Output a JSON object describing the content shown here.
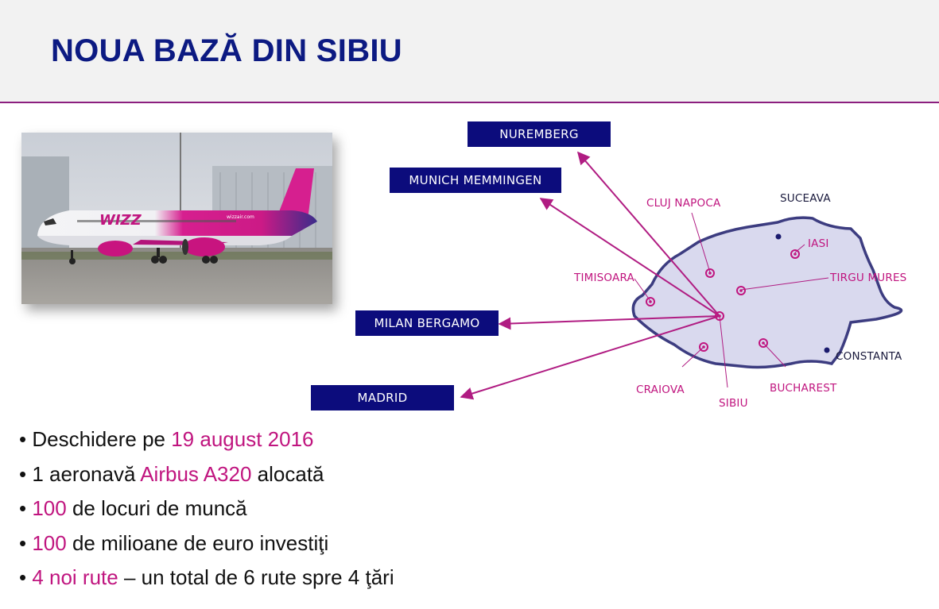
{
  "slide": {
    "title": "NOUA BAZĂ DIN SIBIU"
  },
  "photo": {
    "livery_text": "wizzair.com",
    "logo_text": "WIZZ"
  },
  "map": {
    "routes": [
      {
        "name": "NUREMBERG"
      },
      {
        "name": "MUNICH MEMMINGEN"
      },
      {
        "name": "MILAN BERGAMO"
      },
      {
        "name": "MADRID"
      }
    ],
    "domestic": [
      "CLUJ NAPOCA",
      "IASI",
      "TIRGU MURES",
      "TIMISOARA",
      "CRAIOVA",
      "SIBIU",
      "BUCHAREST"
    ],
    "other": [
      "SUCEAVA",
      "CONSTANTA"
    ]
  },
  "bullets": [
    {
      "pre": "Deschidere pe ",
      "hl": "19 august 2016",
      "post": ""
    },
    {
      "pre": "1 aeronavă ",
      "hl": "Airbus A320",
      "post": " alocată"
    },
    {
      "pre": "",
      "hl": "100",
      "post": " de locuri de muncă"
    },
    {
      "pre": "",
      "hl": "100",
      "post": " de milioane de euro investiţi"
    },
    {
      "pre": "",
      "hl": "4 noi rute",
      "post": " – un total de 6 rute spre 4 ţări"
    }
  ],
  "colors": {
    "navy": "#0c1a82",
    "magenta": "#c0157f",
    "box": "#0c0c7c",
    "map_fill": "#d9d9ee",
    "map_border": "#3c3c80"
  }
}
